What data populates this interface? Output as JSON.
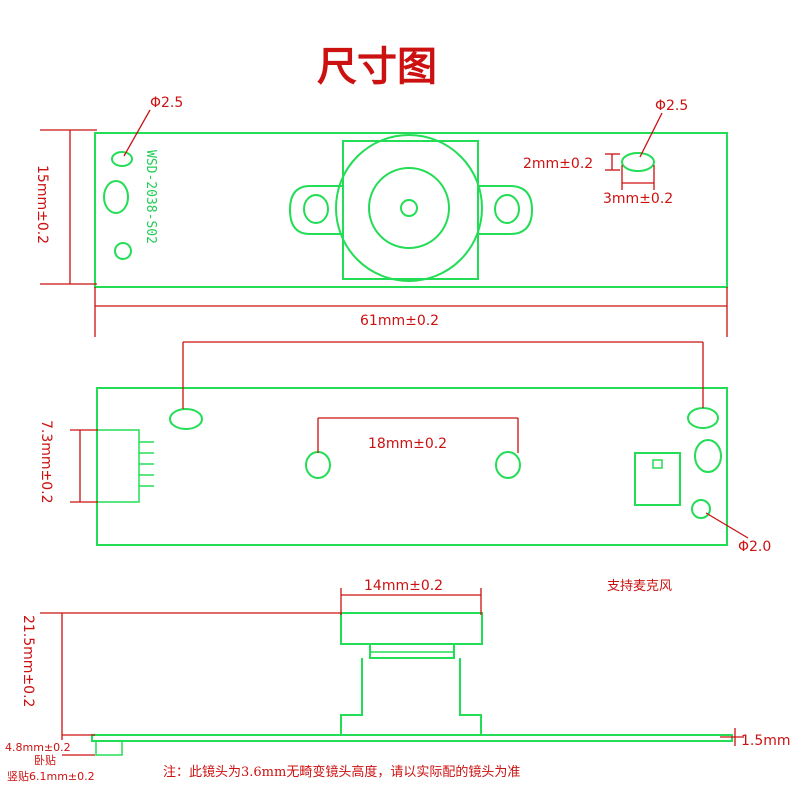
{
  "title": "尺寸图",
  "part_number": "WSD-2038-S02",
  "top_view": {
    "hole_left": "Φ2.5",
    "hole_right": "Φ2.5",
    "height": "15mm±0.2",
    "width": "61mm±0.2",
    "slot_height": "2mm±0.2",
    "slot_width": "3mm±0.2"
  },
  "back_view": {
    "connector_height": "7.3mm±0.2",
    "hole_spacing": "18mm±0.2",
    "hole_small": "Φ2.0"
  },
  "side_view": {
    "lens_width": "14mm±0.2",
    "total_height": "21.5mm±0.2",
    "pcb_thickness": "1.5mm",
    "mount_flat": "4.8mm±0.2",
    "mount_flat_label": "卧贴",
    "mount_upright": "竖贴6.1mm±0.2"
  },
  "feature": "支持麦克风",
  "note": "注：此镜头为3.6mm无畸变镜头高度，请以实际配的镜头为准"
}
